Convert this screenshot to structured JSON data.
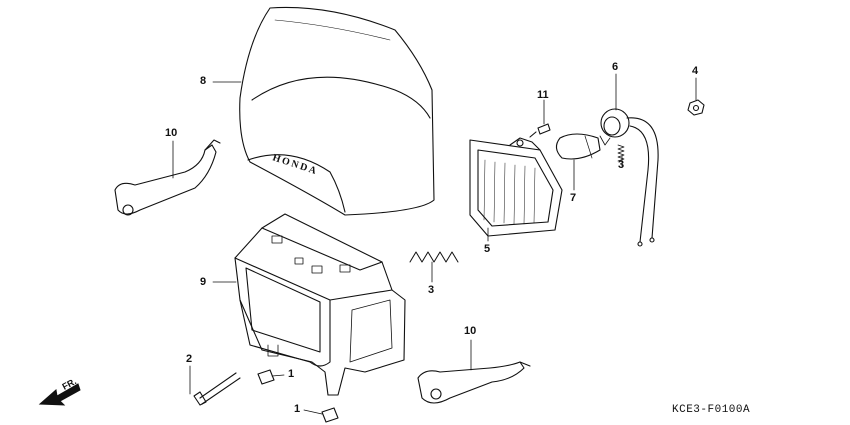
{
  "diagram": {
    "brand_mark": "HONDA",
    "catalog_code": "KCE3-F0100A",
    "direction_label": "FR.",
    "callouts": {
      "c1a": "1",
      "c1b": "1",
      "c2": "2",
      "c3a": "3",
      "c3b": "3",
      "c4": "4",
      "c5": "5",
      "c6": "6",
      "c7": "7",
      "c8": "8",
      "c9": "9",
      "c10a": "10",
      "c10b": "10",
      "c11": "11"
    }
  }
}
